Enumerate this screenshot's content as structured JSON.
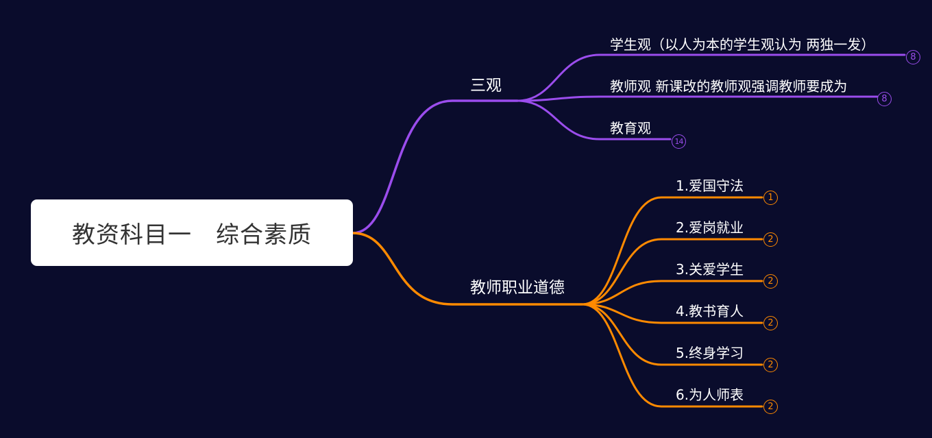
{
  "root": {
    "title": "教资科目一　综合素质"
  },
  "colors": {
    "purple": "#9b4ded",
    "orange": "#ff8a00",
    "background": "#0a0c2c"
  },
  "branches": [
    {
      "label": "三观",
      "children": [
        {
          "label": "学生观（以人为本的学生观认为 两独一发）",
          "count": "8"
        },
        {
          "label": "教师观 新课改的教师观强调教师要成为",
          "count": "8"
        },
        {
          "label": "教育观",
          "count": "14"
        }
      ]
    },
    {
      "label": "教师职业道德",
      "children": [
        {
          "label": "1.爱国守法",
          "count": "1"
        },
        {
          "label": "2.爱岗就业",
          "count": "2"
        },
        {
          "label": "3.关爱学生",
          "count": "2"
        },
        {
          "label": "4.教书育人",
          "count": "2"
        },
        {
          "label": "5.终身学习",
          "count": "2"
        },
        {
          "label": "6.为人师表",
          "count": "2"
        }
      ]
    }
  ]
}
